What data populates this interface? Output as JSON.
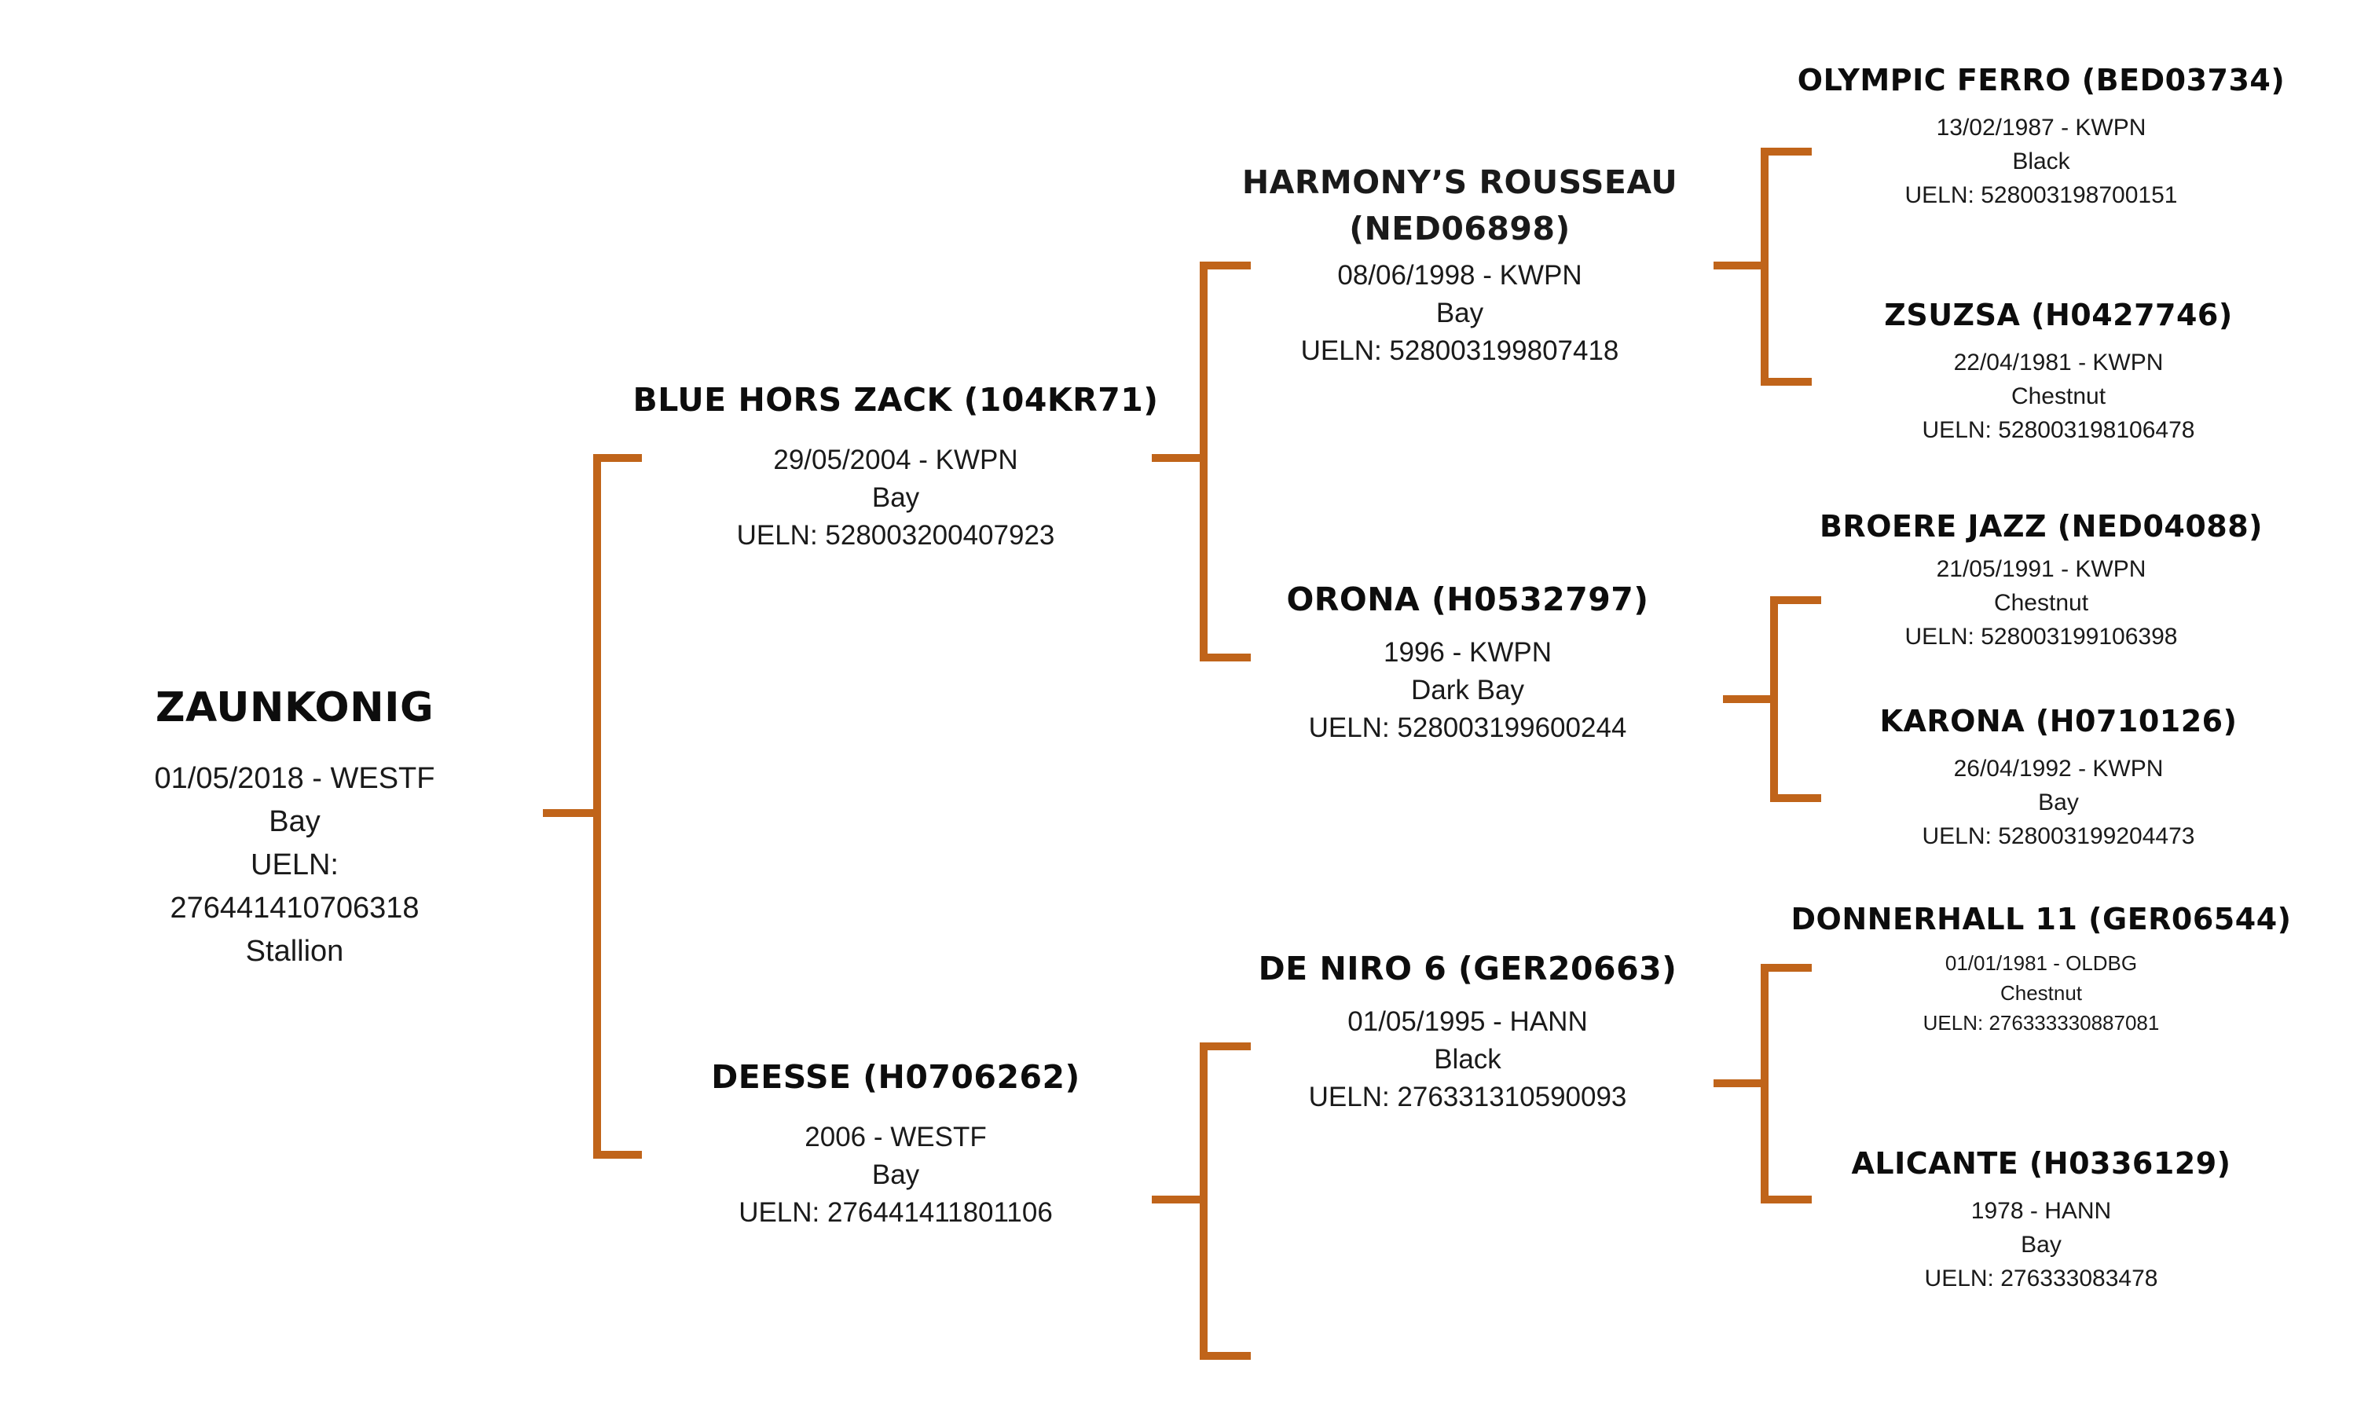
{
  "accent_color": "#C0641A",
  "subject": {
    "name": "ZAUNKONIG",
    "birth": "01/05/2018 - WESTF",
    "color": "Bay",
    "ueln_label": "UELN:",
    "ueln": "276441410706318",
    "sex": "Stallion"
  },
  "sire": {
    "name": "BLUE HORS ZACK (104KR71)",
    "birth": "29/05/2004 - KWPN",
    "color": "Bay",
    "ueln": "UELN: 528003200407923"
  },
  "dam": {
    "name": "DEESSE (H0706262)",
    "birth": "2006 - WESTF",
    "color": "Bay",
    "ueln": "UELN: 276441411801106"
  },
  "sire_sire": {
    "name_line1": "HARMONY’S ROUSSEAU",
    "name_line2": "(NED06898)",
    "birth": "08/06/1998 - KWPN",
    "color": "Bay",
    "ueln": "UELN: 528003199807418"
  },
  "sire_dam": {
    "name": "ORONA (H0532797)",
    "birth": "1996 - KWPN",
    "color": "Dark Bay",
    "ueln": "UELN: 528003199600244"
  },
  "dam_sire": {
    "name": "DE NIRO 6 (GER20663)",
    "birth": "01/05/1995 - HANN",
    "color": "Black",
    "ueln": "UELN: 276331310590093"
  },
  "ss_sire": {
    "name": "OLYMPIC FERRO (BED03734)",
    "birth": "13/02/1987 - KWPN",
    "color": "Black",
    "ueln": "UELN: 528003198700151"
  },
  "ss_dam": {
    "name": "ZSUZSA (H0427746)",
    "birth": "22/04/1981 - KWPN",
    "color": "Chestnut",
    "ueln": "UELN: 528003198106478"
  },
  "sd_sire": {
    "name": "BROERE JAZZ (NED04088)",
    "birth": "21/05/1991 - KWPN",
    "color": "Chestnut",
    "ueln": "UELN: 528003199106398"
  },
  "sd_dam": {
    "name": "KARONA (H0710126)",
    "birth": "26/04/1992 - KWPN",
    "color": "Bay",
    "ueln": "UELN: 528003199204473"
  },
  "ds_sire": {
    "name": "DONNERHALL 11 (GER06544)",
    "birth": "01/01/1981 - OLDBG",
    "color": "Chestnut",
    "ueln": "UELN: 276333330887081"
  },
  "ds_dam": {
    "name": "ALICANTE (H0336129)",
    "birth": "1978 - HANN",
    "color": "Bay",
    "ueln": "UELN: 276333083478"
  }
}
